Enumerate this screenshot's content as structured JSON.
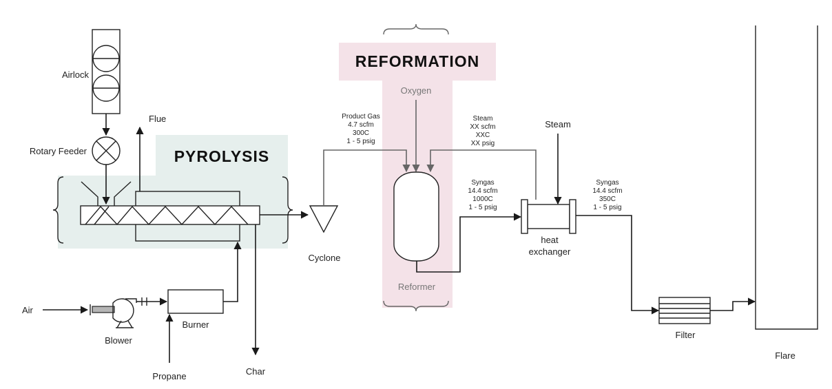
{
  "zones": {
    "pyrolysis": {
      "title": "PYROLYSIS",
      "color": "#e6efed"
    },
    "reformation": {
      "title": "REFORMATION",
      "color": "#f4e2e8"
    }
  },
  "equipment": {
    "airlock": "Airlock",
    "rotary_feeder": "Rotary Feeder",
    "cyclone": "Cyclone",
    "reformer": "Reformer",
    "heat_exchanger_line1": "heat",
    "heat_exchanger_line2": "exchanger",
    "blower": "Blower",
    "burner": "Burner",
    "filter": "Filter",
    "flare": "Flare"
  },
  "streams": {
    "flue": "Flue",
    "air": "Air",
    "propane": "Propane",
    "char": "Char",
    "oxygen": "Oxygen",
    "steam_in": "Steam",
    "product_gas": {
      "lines": [
        "Product Gas",
        "4.7 scfm",
        "300C",
        "1 - 5 psig"
      ]
    },
    "steam_feed": {
      "lines": [
        "Steam",
        "XX scfm",
        "XXC",
        "XX psig"
      ]
    },
    "syngas_hot": {
      "lines": [
        "Syngas",
        "14.4 scfm",
        "1000C",
        "1 - 5 psig"
      ]
    },
    "syngas_cool": {
      "lines": [
        "Syngas",
        "14.4 scfm",
        "350C",
        "1 - 5 psig"
      ]
    }
  }
}
